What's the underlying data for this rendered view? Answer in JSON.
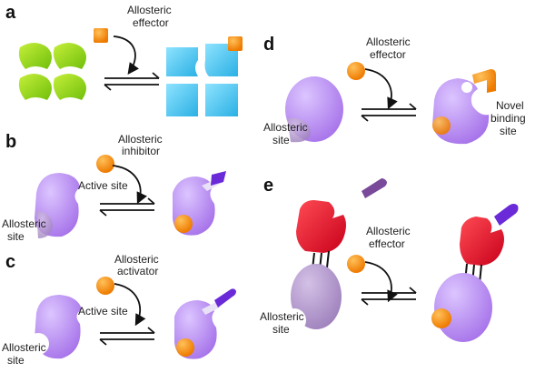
{
  "panels": {
    "a": {
      "letter": "a",
      "effector_label": [
        "Allosteric",
        "effector"
      ]
    },
    "b": {
      "letter": "b",
      "inhibitor_label": [
        "Allosteric",
        "inhibitor"
      ],
      "active_site": "Active site",
      "allosteric_site": [
        "Allosteric",
        "site"
      ]
    },
    "c": {
      "letter": "c",
      "activator_label": [
        "Allosteric",
        "activator"
      ],
      "active_site": "Active site",
      "allosteric_site": [
        "Allosteric",
        "site"
      ]
    },
    "d": {
      "letter": "d",
      "effector_label": [
        "Allosteric",
        "effector"
      ],
      "allosteric_site": [
        "Allosteric",
        "site"
      ],
      "novel_site": [
        "Novel",
        "binding",
        "site"
      ]
    },
    "e": {
      "letter": "e",
      "effector_label": [
        "Allosteric",
        "effector"
      ],
      "allosteric_site": [
        "Allosteric",
        "site"
      ]
    }
  },
  "colors": {
    "green": "#8fd61a",
    "cyan": "#45c7f2",
    "purple": "#b98cf0",
    "orange": "#f58a14",
    "red": "#e8162a",
    "indigo": "#6a2ad8",
    "mauve": "#b7a0cf"
  }
}
